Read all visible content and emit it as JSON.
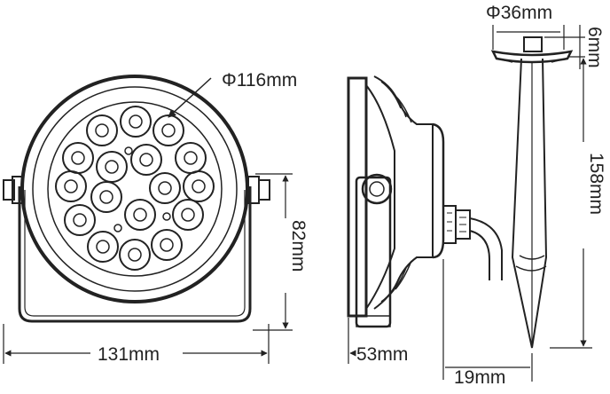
{
  "dimensions": {
    "diameter_head": "Φ116mm",
    "width_total": "131mm",
    "height_bracket": "82mm",
    "depth_body": "53mm",
    "offset_cable": "19mm",
    "diameter_stake": "Φ36mm",
    "stake_flange": "6mm",
    "stake_length": "158mm"
  },
  "colors": {
    "stroke": "#222222",
    "background": "#ffffff"
  }
}
